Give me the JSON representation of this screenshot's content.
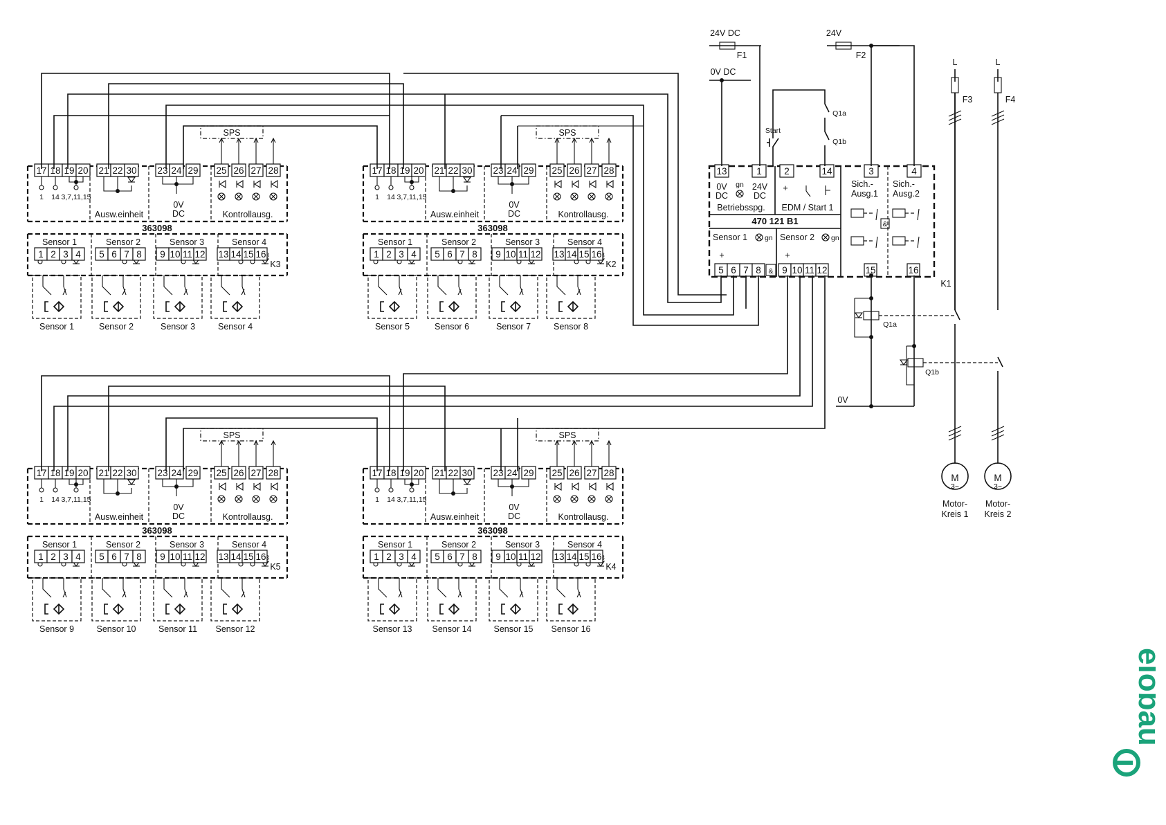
{
  "units": [
    {
      "id": "K3",
      "model": "363098",
      "top_terminals": [
        "17",
        "18",
        "19",
        "20",
        "21",
        "22",
        "30",
        "23",
        "24",
        "29",
        "25",
        "26",
        "27",
        "28"
      ],
      "top_sub_labels": [
        "1",
        "14",
        "3,7,11,15"
      ],
      "section_labels": [
        "Ausw.einheit",
        "0V",
        "DC",
        "Kontrollausg."
      ],
      "sps_label": "SPS",
      "sensor_group_labels": [
        "Sensor 1",
        "Sensor 2",
        "Sensor 3",
        "Sensor 4"
      ],
      "sensor_pins": [
        [
          "17",
          "19",
          "25"
        ],
        [
          "19",
          "26"
        ],
        [
          "19",
          "27"
        ],
        [
          "18",
          "19",
          "28"
        ]
      ],
      "bottom_terminals": [
        "1",
        "2",
        "3",
        "4",
        "5",
        "6",
        "7",
        "8",
        "9",
        "10",
        "11",
        "12",
        "13",
        "14",
        "15",
        "16"
      ],
      "sensors": [
        "Sensor 1",
        "Sensor 2",
        "Sensor 3",
        "Sensor 4"
      ]
    },
    {
      "id": "K2",
      "model": "363098",
      "top_terminals": [
        "17",
        "18",
        "19",
        "20",
        "21",
        "22",
        "30",
        "23",
        "24",
        "29",
        "25",
        "26",
        "27",
        "28"
      ],
      "top_sub_labels": [
        "1",
        "14",
        "3,7,11,15"
      ],
      "section_labels": [
        "Ausw.einheit",
        "0V",
        "DC",
        "Kontrollausg."
      ],
      "sps_label": "SPS",
      "sensor_group_labels": [
        "Sensor 1",
        "Sensor 2",
        "Sensor 3",
        "Sensor 4"
      ],
      "sensor_pins": [
        [
          "17",
          "19",
          "25"
        ],
        [
          "19",
          "26"
        ],
        [
          "19",
          "27"
        ],
        [
          "18",
          "19",
          "28"
        ]
      ],
      "bottom_terminals": [
        "1",
        "2",
        "3",
        "4",
        "5",
        "6",
        "7",
        "8",
        "9",
        "10",
        "11",
        "12",
        "13",
        "14",
        "15",
        "16"
      ],
      "sensors": [
        "Sensor 5",
        "Sensor 6",
        "Sensor 7",
        "Sensor 8"
      ]
    },
    {
      "id": "K5",
      "model": "363098",
      "top_terminals": [
        "17",
        "18",
        "19",
        "20",
        "21",
        "22",
        "30",
        "23",
        "24",
        "29",
        "25",
        "26",
        "27",
        "28"
      ],
      "top_sub_labels": [
        "1",
        "14",
        "3,7,11,15"
      ],
      "section_labels": [
        "Ausw.einheit",
        "0V",
        "DC",
        "Kontrollausg."
      ],
      "sps_label": "SPS",
      "sensor_group_labels": [
        "Sensor 1",
        "Sensor 2",
        "Sensor 3",
        "Sensor 4"
      ],
      "sensor_pins": [
        [
          "17",
          "19",
          "25"
        ],
        [
          "19",
          "26"
        ],
        [
          "19",
          "27"
        ],
        [
          "18",
          "19",
          "28"
        ]
      ],
      "bottom_terminals": [
        "1",
        "2",
        "3",
        "4",
        "5",
        "6",
        "7",
        "8",
        "9",
        "10",
        "11",
        "12",
        "13",
        "14",
        "15",
        "16"
      ],
      "sensors": [
        "Sensor 9",
        "Sensor 10",
        "Sensor 11",
        "Sensor 12"
      ]
    },
    {
      "id": "K4",
      "model": "363098",
      "top_terminals": [
        "17",
        "18",
        "19",
        "20",
        "21",
        "22",
        "30",
        "23",
        "24",
        "29",
        "25",
        "26",
        "27",
        "28"
      ],
      "top_sub_labels": [
        "1",
        "14",
        "3,7,11,15"
      ],
      "section_labels": [
        "Ausw.einheit",
        "0V",
        "DC",
        "Kontrollausg."
      ],
      "sps_label": "SPS",
      "sensor_group_labels": [
        "Sensor 1",
        "Sensor 2",
        "Sensor 3",
        "Sensor 4"
      ],
      "sensor_pins": [
        [
          "17",
          "19",
          "25"
        ],
        [
          "19",
          "26"
        ],
        [
          "19",
          "27"
        ],
        [
          "18",
          "19",
          "28"
        ]
      ],
      "bottom_terminals": [
        "1",
        "2",
        "3",
        "4",
        "5",
        "6",
        "7",
        "8",
        "9",
        "10",
        "11",
        "12",
        "13",
        "14",
        "15",
        "16"
      ],
      "sensors": [
        "Sensor 13",
        "Sensor 14",
        "Sensor 15",
        "Sensor 16"
      ]
    }
  ],
  "controller": {
    "id": "K1",
    "model": "470 121 B1",
    "top_terminals": [
      "13",
      "1",
      "2",
      "14",
      "3",
      "4"
    ],
    "bottom_terminals": [
      "5",
      "6",
      "7",
      "8",
      "9",
      "10",
      "11",
      "12",
      "15",
      "16"
    ],
    "labels": {
      "zero_v": "0V",
      "dc_left": "DC",
      "gn": "gn",
      "v24": "24V",
      "dc_right": "DC",
      "betriebsspg": "Betriebsspg.",
      "plus": "+",
      "edm_start": "EDM / Start 1",
      "sich1": "Sich.-",
      "ausg1": "Ausg.1",
      "sich2": "Sich.-",
      "ausg2": "Ausg.2",
      "sensor1": "Sensor 1",
      "sensor2": "Sensor 2",
      "and_symbol": "&"
    }
  },
  "supply": {
    "v24dc": "24V DC",
    "f1": "F1",
    "v0dc": "0V DC",
    "v24": "24V",
    "f2": "F2",
    "start": "Start",
    "q1a": "Q1a",
    "q1b": "Q1b",
    "zero_v": "0V"
  },
  "motors": [
    {
      "l_label": "L",
      "fuse": "F3",
      "motor_symbol": "M",
      "phase": "3~",
      "line1": "Motor-",
      "line2": "Kreis 1"
    },
    {
      "l_label": "L",
      "fuse": "F4",
      "motor_symbol": "M",
      "phase": "3~",
      "line1": "Motor-",
      "line2": "Kreis 2"
    }
  ],
  "logo_text": "elobau",
  "colors": {
    "logo_green": "#1aa37a",
    "line": "#111111",
    "background": "#ffffff"
  }
}
